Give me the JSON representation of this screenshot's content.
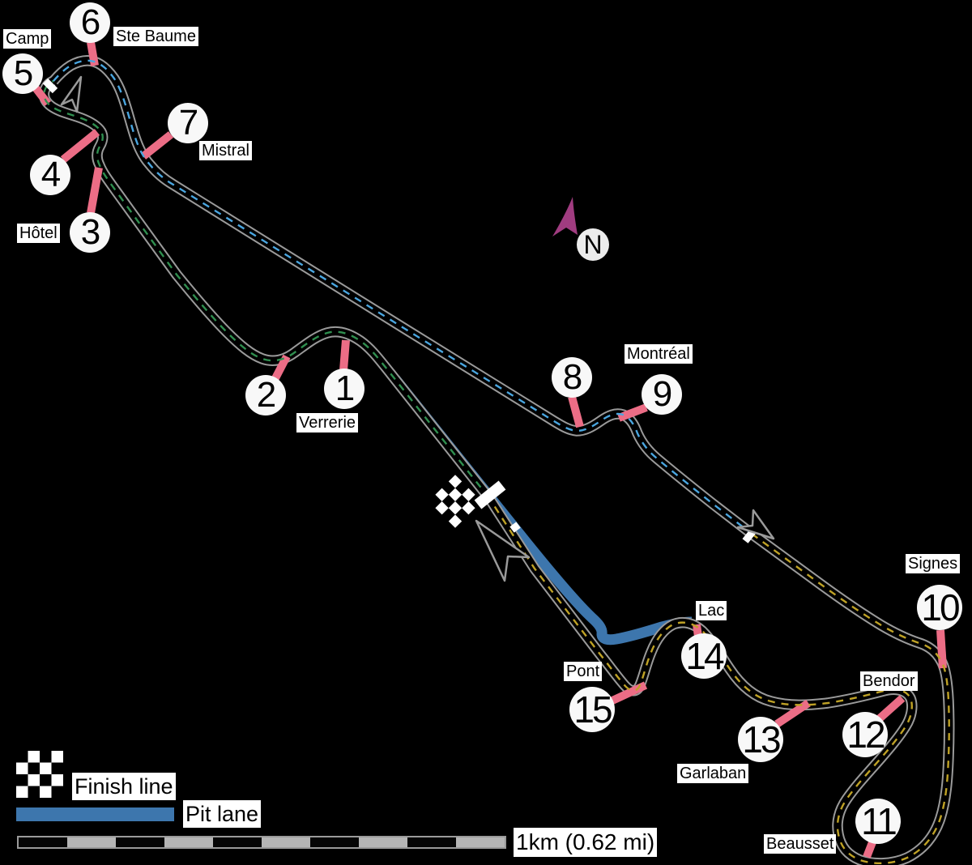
{
  "map": {
    "type": "race-circuit-track-map",
    "direction_of_travel": "counter-clockwise numbering 1-15, arrows shown on pit straight, hairpin and Mistral straight"
  },
  "corners": {
    "c1": "1",
    "c2": "2",
    "c3": "3",
    "c4": "4",
    "c5": "5",
    "c6": "6",
    "c7": "7",
    "c8": "8",
    "c9": "9",
    "c10": "10",
    "c11": "11",
    "c12": "12",
    "c13": "13",
    "c14": "14",
    "c15": "15"
  },
  "labels": {
    "camp": "Camp",
    "ste_baume": "Ste Baume",
    "hotel": "Hôtel",
    "mistral": "Mistral",
    "verrerie": "Verrerie",
    "montreal": "Montréal",
    "signes": "Signes",
    "lac": "Lac",
    "pont": "Pont",
    "garlaban": "Garlaban",
    "bendor": "Bendor",
    "beausset": "Beausset"
  },
  "compass": {
    "label": "N"
  },
  "legend": {
    "finish_line": "Finish line",
    "pit_lane": "Pit lane",
    "scale": "1km (0.62 mi)"
  },
  "colors": {
    "background": "#000000",
    "road_casing": "#9a9a9a",
    "road_fill": "#000000",
    "dash_section_green": "#2f8f4f",
    "dash_section_cyan": "#4aa6e0",
    "dash_section_yellow": "#bfa226",
    "pit_lane_blue": "#3d76ad",
    "leader_line_pink": "#ec6d86",
    "north_arrow_purple": "#a03c80",
    "scale_bar_gray": "#b5b5b5",
    "marker_white": "#ffffff"
  }
}
